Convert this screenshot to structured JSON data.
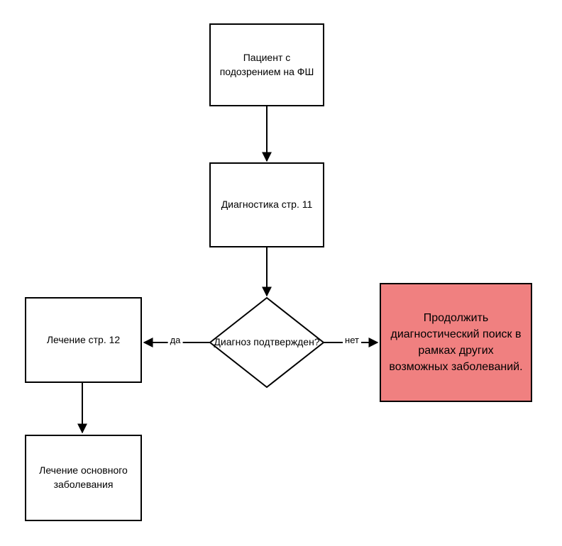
{
  "diagram": {
    "nodes": {
      "patient": {
        "label": "Пациент с подозрением на ФШ"
      },
      "diagnostics": {
        "label": "Диагностика стр. 11"
      },
      "decision": {
        "label": "Диагноз подтвержден?"
      },
      "treatment": {
        "label": "Лечение стр. 12"
      },
      "treatment_main": {
        "label": "Лечение основного заболевания"
      },
      "continue_search": {
        "label": "Продолжить диагностический поиск в рамках других возможных заболеваний."
      }
    },
    "edges": {
      "yes_label": "да",
      "no_label": "нет"
    },
    "colors": {
      "highlight_fill": "#f08080",
      "border": "#000000",
      "background": "#ffffff",
      "line": "#000000"
    }
  }
}
